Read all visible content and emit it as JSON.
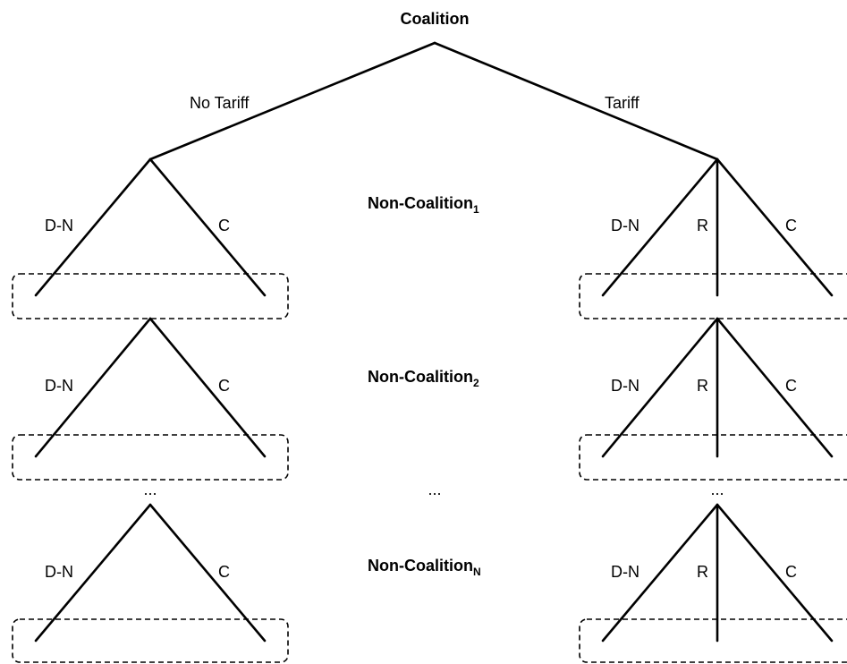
{
  "root_player": "Coalition",
  "root_actions": {
    "left": "No Tariff",
    "right": "Tariff"
  },
  "ellipsis": "...",
  "stages": [
    {
      "player": "Non-Coalition",
      "subscript": "1",
      "left_actions": [
        "D-N",
        "C"
      ],
      "right_actions": [
        "D-N",
        "R",
        "C"
      ]
    },
    {
      "player": "Non-Coalition",
      "subscript": "2",
      "left_actions": [
        "D-N",
        "C"
      ],
      "right_actions": [
        "D-N",
        "R",
        "C"
      ]
    },
    {
      "player": "Non-Coalition",
      "subscript": "N",
      "left_actions": [
        "D-N",
        "C"
      ],
      "right_actions": [
        "D-N",
        "R",
        "C"
      ]
    }
  ]
}
